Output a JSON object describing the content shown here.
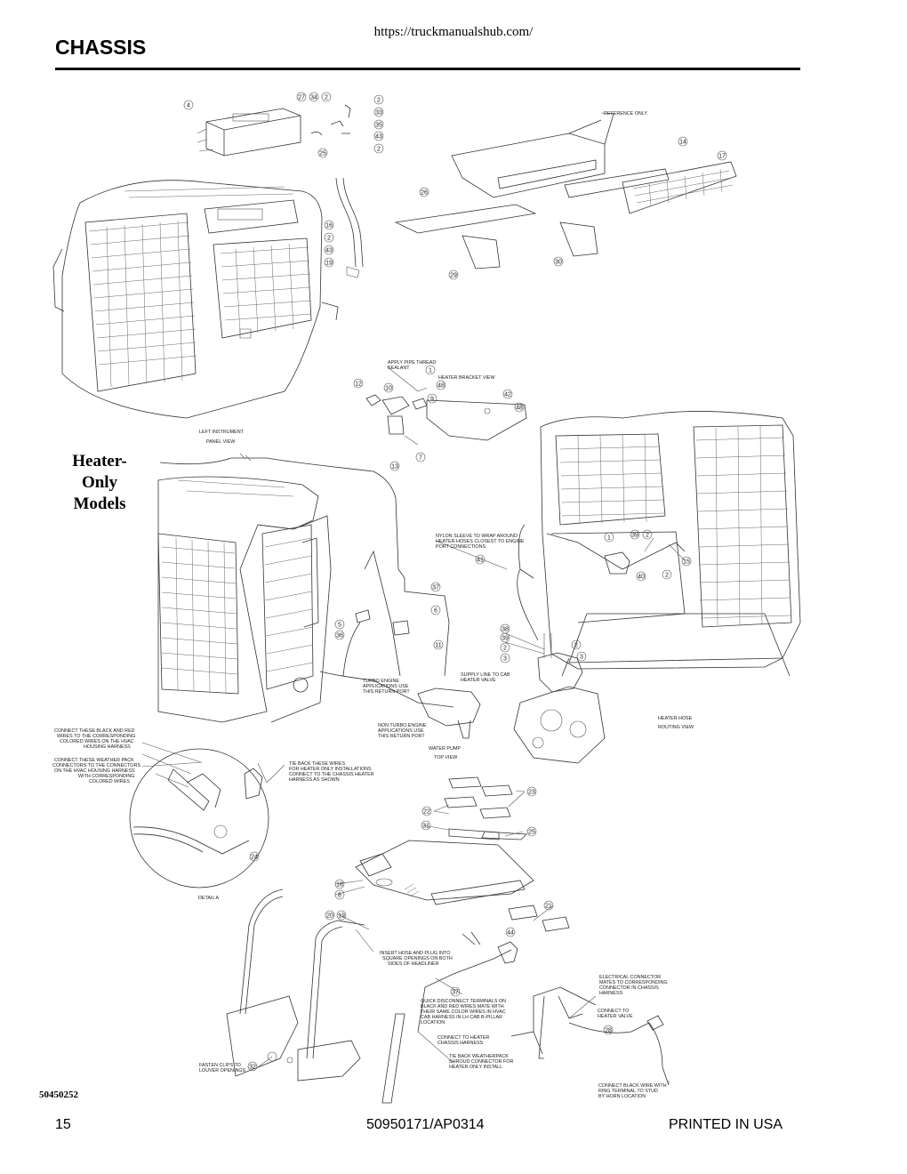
{
  "header": {
    "url": "https://truckmanualshub.com/",
    "title": "CHASSIS"
  },
  "side_label": [
    "Heater-",
    "Only",
    "Models"
  ],
  "doc_number": "50450252",
  "footer": {
    "page": "15",
    "part": "50950171/AP0314",
    "printed": "PRINTED IN USA"
  },
  "callouts": {
    "reference_only": "REFERENCE ONLY",
    "left_panel": [
      "LEFT INSTRUMENT",
      "PANEL VIEW"
    ],
    "apply_thread": [
      "APPLY PIPE THREAD",
      "SEALANT"
    ],
    "heater_bracket": "HEATER BRACKET VIEW",
    "nylon_sleeve": [
      "NYLON SLEEVE TO WRAP AROUND",
      "HEATER HOSES CLOSEST TO ENGINE",
      "PORT CONNECTIONS"
    ],
    "turbo": [
      "TURBO ENGINE",
      "APPLICATIONS USE",
      "THIS RETURN PORT"
    ],
    "supply": [
      "SUPPLY LINE TO CAB",
      "HEATER VALVE"
    ],
    "non_turbo": [
      "NON TURBO ENGINE",
      "APPLICATIONS USE",
      "THIS RETURN PORT"
    ],
    "water_pump": [
      "WATER PUMP",
      "TOP VIEW"
    ],
    "heater_hose": [
      "HEATER HOSE",
      "ROUTING VIEW"
    ],
    "connect_black_red": [
      "CONNECT THESE BLACK AND RED",
      "WIRES TO THE CORRESPONDING",
      "COLORED WIRES ON THE HVAC",
      "HOUSING HARNESS"
    ],
    "connect_weather": [
      "CONNECT THESE WEATHER PACK",
      "CONNECTORS TO THE CONNECTORS",
      "ON THE HVAC HOUSING HARNESS",
      "WITH CORRESPONDING",
      "COLORED WIRES"
    ],
    "tie_back": [
      "TIE BACK THESE WIRES",
      "FOR HEATER ONLY INSTALLATIONS",
      "CONNECT TO THE CHASSIS HEATER",
      "HARNESS AS SHOWN"
    ],
    "detail_a": "DETAIL A",
    "insert_hose": [
      "INSERT HOSE AND PLUG INTO",
      "SQUARE OPENINGS ON BOTH",
      "SIDES OF HEADLINER"
    ],
    "quick_disconnect": [
      "QUICK DISCONNECT TERMINALS ON",
      "BLACK AND RED WIRES MATE WITH",
      "THEIR SAME COLOR WIRES IN HVAC",
      "CAB HARNESS IN LH CAB B-PILLAR",
      "LOCATION"
    ],
    "connect_heater_harness": [
      "CONNECT TO HEATER",
      "CHASSIS HARNESS"
    ],
    "tie_back_weather": [
      "TIE BACK WEATHERPACK",
      "SHROUD CONNECTOR FOR",
      "HEATER ONLY INSTALL"
    ],
    "electrical_connector": [
      "ELECTRICAL CONNECTOR",
      "MATES TO CORRESPONDING",
      "CONNECTOR IN CHASSIS",
      "HARNESS"
    ],
    "connect_valve": [
      "CONNECT TO",
      "HEATER VALVE"
    ],
    "fasten_clips": [
      "FASTEN CLIPS TO",
      "LOUVER OPENINGS"
    ],
    "connect_black_wire": [
      "CONNECT BLACK WIRE WITH",
      "RING TERMINAL TO STUD",
      "BY HORN LOCATION"
    ]
  },
  "item_numbers": {
    "n4": "4",
    "n27": "27",
    "n34": "34",
    "n2": "2",
    "n33": "33",
    "n35": "35",
    "n43": "43",
    "n25": "25",
    "n16": "16",
    "n19": "19",
    "n14": "14",
    "n17": "17",
    "n26": "26",
    "n29": "29",
    "n30": "30",
    "n1": "1",
    "n12": "12",
    "n10": "10",
    "n48": "48",
    "n9": "9",
    "n42": "42",
    "n7": "7",
    "n13": "13",
    "n41": "41",
    "n39": "39",
    "n15": "15",
    "n40": "40",
    "n37": "37",
    "n6": "6",
    "n5": "5",
    "n36": "36",
    "n11": "11",
    "n38": "38",
    "n3": "3",
    "n24": "24",
    "n23": "23",
    "n22": "22",
    "n31": "31",
    "n18": "18",
    "n8": "8",
    "n20": "20",
    "n21": "21",
    "n44": "44",
    "n28": "28",
    "n32": "32"
  }
}
